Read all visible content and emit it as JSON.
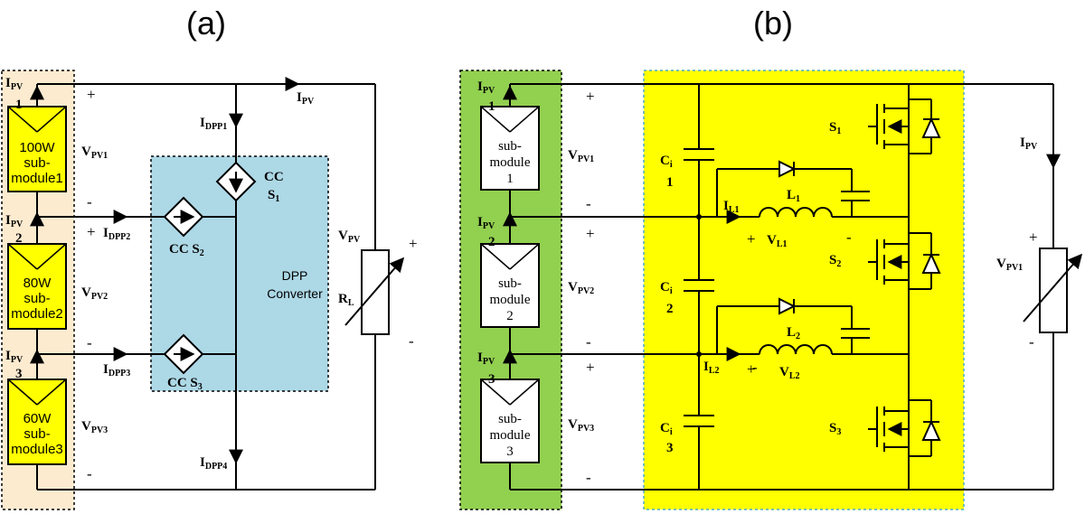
{
  "panels": {
    "a": "(a)",
    "b": "(b)"
  },
  "a": {
    "ipv": "I",
    "ipv_sub": "PV",
    "modules": [
      {
        "line1": "100W",
        "line2": "sub-",
        "line3": "module1",
        "vname": "V",
        "vsub": "PV1",
        "plus": "+",
        "minus": "-",
        "idx": "1"
      },
      {
        "line1": "80W",
        "line2": "sub-",
        "line3": "module2",
        "vname": "V",
        "vsub": "PV2",
        "plus": "+",
        "minus": "-",
        "idx": "2"
      },
      {
        "line1": "60W",
        "line2": "sub-",
        "line3": "module3",
        "vname": "V",
        "vsub": "PV3",
        "plus": "",
        "minus": "-",
        "idx": "3"
      }
    ],
    "idpp1": "I",
    "idpp1_sub": "DPP1",
    "idpp2": "I",
    "idpp2_sub": "DPP2",
    "idpp3": "I",
    "idpp3_sub": "DPP3",
    "idpp4": "I",
    "idpp4_sub": "DPP4",
    "ipv_top": "I",
    "ipv_top_sub": "PV",
    "cc1_a": "CC",
    "cc1_b": "S",
    "cc1_sub": "1",
    "cc2": "CC S",
    "cc2_sub": "2",
    "cc3": "CC S",
    "cc3_sub": "3",
    "dpp_line1": "DPP",
    "dpp_line2": "Converter",
    "vpv": "V",
    "vpv_sub": "PV",
    "rl": "R",
    "rl_sub": "L",
    "plus": "+",
    "minus": "-"
  },
  "b": {
    "ipv": "I",
    "ipv_sub": "PV",
    "modules": [
      {
        "line1": "sub-",
        "line2": "module",
        "line3": "1",
        "vname": "V",
        "vsub": "PV1",
        "plus": "+",
        "minus": "-",
        "idx": "1"
      },
      {
        "line1": "sub-",
        "line2": "module",
        "line3": "2",
        "vname": "V",
        "vsub": "PV2",
        "plus": "+",
        "minus": "-",
        "idx": "2"
      },
      {
        "line1": "sub-",
        "line2": "module",
        "line3": "3",
        "vname": "V",
        "vsub": "PV3",
        "plus": "+",
        "minus": "-",
        "idx": "3"
      }
    ],
    "ci": "C",
    "ci_sub": "i",
    "ci_idx": [
      "1",
      "2",
      "3"
    ],
    "il1": "I",
    "il1_sub": "L1",
    "il2": "I",
    "il2_sub": "L2",
    "l1": "L",
    "l1_sub": "1",
    "l2": "L",
    "l2_sub": "2",
    "vl1": "V",
    "vl1_sub": "L1",
    "vl2": "V",
    "vl2_sub": "L2",
    "s1": "S",
    "s1_sub": "1",
    "s2": "S",
    "s2_sub": "2",
    "s3": "S",
    "s3_sub": "3",
    "ipv_right": "I",
    "ipv_right_sub": "PV",
    "vpv1": "V",
    "vpv1_sub": "PV1",
    "plus": "+",
    "minus": "-"
  },
  "colors": {
    "module_fill": "#ffff00",
    "panel_a_bg": "#fdebd0",
    "dpp_box": "#add8e6",
    "panel_b_green": "#92d050",
    "panel_b_yellow": "#ffff00",
    "dashed_teal": "#4bacc6"
  }
}
